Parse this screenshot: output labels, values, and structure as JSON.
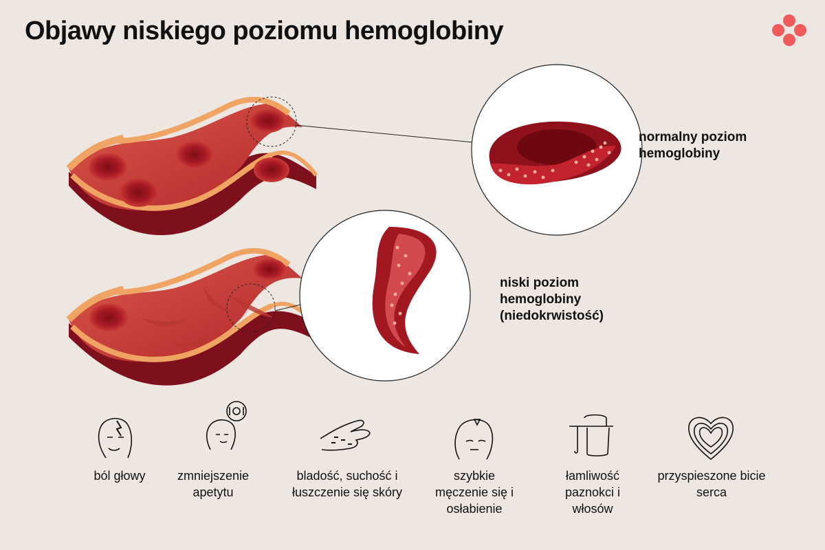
{
  "title": "Objawy niskiego poziomu hemoglobiny",
  "logo_icon": "medical-cross-logo-icon",
  "colors": {
    "background": "#ede6e1",
    "vessel_outer": "#f0a463",
    "vessel_wall": "#8a1021",
    "blood": "#c2362f",
    "cell": "#9b1520",
    "logo": "#ef5b5b"
  },
  "callouts": {
    "normal": "normalny poziom\nhemoglobiny",
    "low": "niski poziom\nhemoglobiny\n(niedokrwistość)"
  },
  "symptoms": [
    {
      "icon": "headache-face-icon",
      "label": "ból głowy"
    },
    {
      "icon": "appetite-face-icon",
      "label": "zmniejszenie\napetytu"
    },
    {
      "icon": "pale-hand-icon",
      "label": "bladość, suchość i\nłuszczenie się skóry"
    },
    {
      "icon": "tired-face-icon",
      "label": "szybkie\nmęczenie się i\nosłabienie"
    },
    {
      "icon": "brittle-nail-icon",
      "label": "łamliwość\npaznokci i\nwłosów"
    },
    {
      "icon": "heart-icon",
      "label": "przyspieszone bicie\nserca"
    }
  ]
}
